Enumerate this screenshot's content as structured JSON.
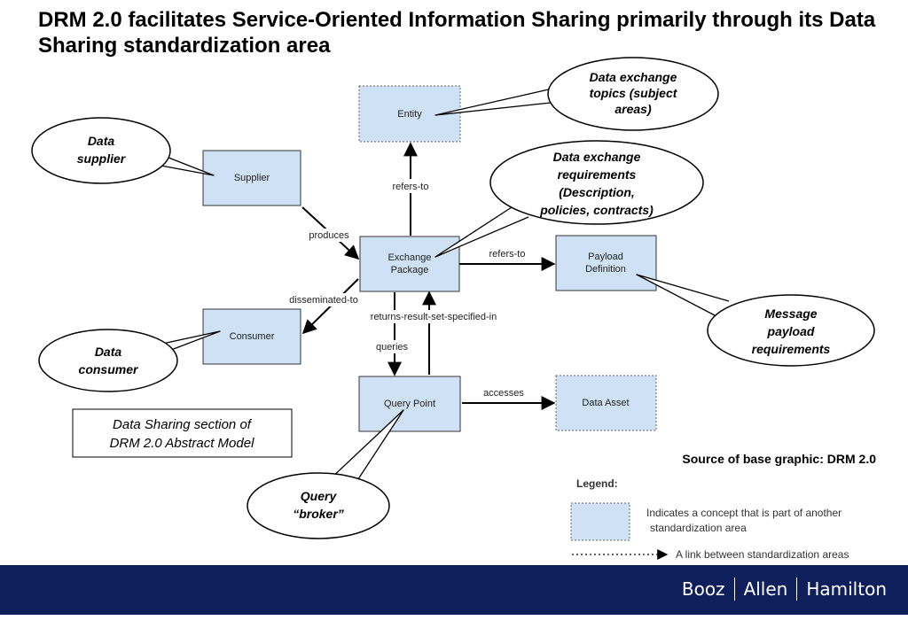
{
  "title": "DRM 2.0 facilitates Service-Oriented Information Sharing primarily through its Data Sharing standardization area",
  "boxes": {
    "entity": "Entity",
    "supplier": "Supplier",
    "exchange_package": [
      "Exchange",
      "Package"
    ],
    "payload_definition": [
      "Payload",
      "Definition"
    ],
    "consumer": "Consumer",
    "query_point": "Query Point",
    "data_asset": "Data Asset"
  },
  "edges": {
    "refers_to_entity": "refers-to",
    "produces": "produces",
    "refers_to_payload": "refers-to",
    "disseminated_to": "disseminated-to",
    "returns_result_set_specified_in": "returns-result-set-specified-in",
    "queries": "queries",
    "accesses": "accesses"
  },
  "callouts": {
    "data_exchange_topics": [
      "Data exchange",
      "topics (subject",
      "areas)"
    ],
    "data_supplier": [
      "Data",
      "supplier"
    ],
    "data_exchange_requirements": [
      "Data exchange",
      "requirements",
      "(Description,",
      "policies, contracts)"
    ],
    "message_payload": [
      "Message",
      "payload",
      "requirements"
    ],
    "data_consumer": [
      "Data",
      "consumer"
    ],
    "query_broker": [
      "Query",
      "“broker”"
    ]
  },
  "caption": [
    "Data Sharing section of",
    "DRM 2.0 Abstract Model"
  ],
  "source": "Source of base graphic: DRM 2.0",
  "legend": {
    "title": "Legend:",
    "concept_text": [
      "Indicates a concept that is part of another",
      "standardization area"
    ],
    "link_text": "A link between standardization areas"
  },
  "footer": {
    "brand": [
      "Booz",
      "Allen",
      "Hamilton"
    ]
  },
  "colors": {
    "box_fill": "#cfe2f5",
    "footer_bg": "#0f1f5c"
  }
}
